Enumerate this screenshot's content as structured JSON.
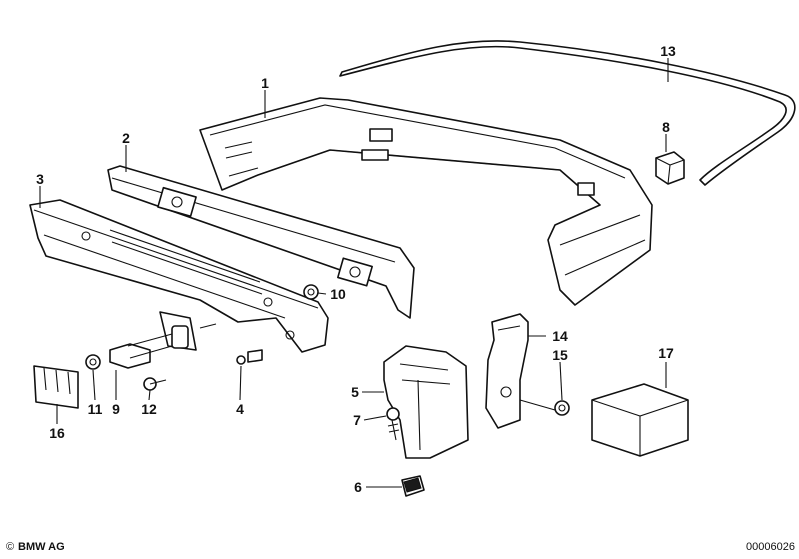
{
  "callouts": {
    "c1": "1",
    "c2": "2",
    "c3": "3",
    "c4": "4",
    "c5": "5",
    "c6": "6",
    "c7": "7",
    "c8": "8",
    "c9": "9",
    "c10": "10",
    "c11": "11",
    "c12": "12",
    "c13": "13",
    "c14": "14",
    "c15": "15",
    "c16": "16",
    "c17": "17"
  },
  "footer": {
    "copyright_symbol": "©",
    "brand": "BMW AG",
    "diagram_number": "00006026"
  }
}
